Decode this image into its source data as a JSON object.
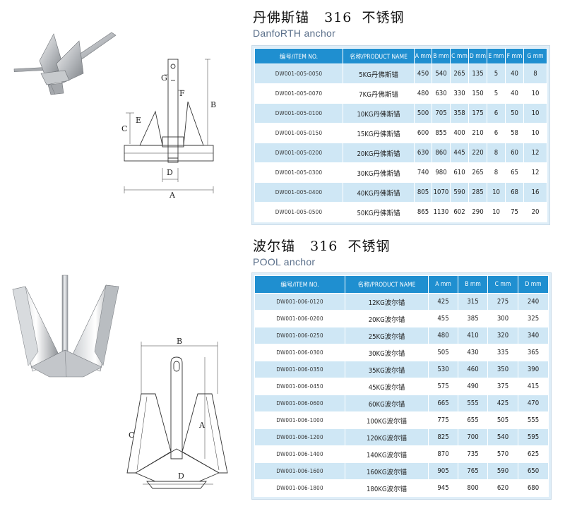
{
  "danforth": {
    "title_cn": "丹佛斯锚   316  不锈钢",
    "title_en": "DanfoRTH anchor",
    "headers": [
      "编号/ITEM NO.",
      "名称/PRODUCT NAME",
      "A mm",
      "B mm",
      "C mm",
      "D mm",
      "E mm",
      "F mm",
      "G mm"
    ],
    "rows": [
      [
        "DW001-005-0050",
        "5KG丹佛斯锚",
        "450",
        "540",
        "265",
        "135",
        "5",
        "40",
        "8"
      ],
      [
        "DW001-005-0070",
        "7KG丹佛斯锚",
        "480",
        "630",
        "330",
        "150",
        "5",
        "40",
        "10"
      ],
      [
        "DW001-005-0100",
        "10KG丹佛斯锚",
        "500",
        "705",
        "358",
        "175",
        "6",
        "50",
        "10"
      ],
      [
        "DW001-005-0150",
        "15KG丹佛斯锚",
        "600",
        "855",
        "400",
        "210",
        "6",
        "58",
        "10"
      ],
      [
        "DW001-005-0200",
        "20KG丹佛斯锚",
        "630",
        "860",
        "445",
        "220",
        "8",
        "60",
        "12"
      ],
      [
        "DW001-005-0300",
        "30KG丹佛斯锚",
        "740",
        "980",
        "610",
        "265",
        "8",
        "65",
        "12"
      ],
      [
        "DW001-005-0400",
        "40KG丹佛斯锚",
        "805",
        "1070",
        "590",
        "285",
        "10",
        "68",
        "16"
      ],
      [
        "DW001-005-0500",
        "50KG丹佛斯锚",
        "865",
        "1130",
        "602",
        "290",
        "10",
        "75",
        "20"
      ]
    ],
    "diagram_labels": {
      "a": "A",
      "b": "B",
      "c": "C",
      "d": "D",
      "e": "E",
      "f": "F",
      "g": "G"
    }
  },
  "pool": {
    "title_cn": "波尔锚   316  不锈钢",
    "title_en": "POOL anchor",
    "headers": [
      "编号/ITEM NO.",
      "名称/PRODUCT NAME",
      "A mm",
      "B mm",
      "C mm",
      "D mm"
    ],
    "rows": [
      [
        "DW001-006-0120",
        "12KG波尔锚",
        "425",
        "315",
        "275",
        "240"
      ],
      [
        "DW001-006-0200",
        "20KG波尔锚",
        "455",
        "385",
        "300",
        "325"
      ],
      [
        "DW001-006-0250",
        "25KG波尔锚",
        "480",
        "410",
        "320",
        "340"
      ],
      [
        "DW001-006-0300",
        "30KG波尔锚",
        "505",
        "430",
        "335",
        "365"
      ],
      [
        "DW001-006-0350",
        "35KG波尔锚",
        "530",
        "460",
        "350",
        "390"
      ],
      [
        "DW001-006-0450",
        "45KG波尔锚",
        "575",
        "490",
        "375",
        "415"
      ],
      [
        "DW001-006-0600",
        "60KG波尔锚",
        "665",
        "555",
        "425",
        "470"
      ],
      [
        "DW001-006-1000",
        "100KG波尔锚",
        "775",
        "655",
        "505",
        "555"
      ],
      [
        "DW001-006-1200",
        "120KG波尔锚",
        "825",
        "700",
        "540",
        "595"
      ],
      [
        "DW001-006-1400",
        "140KG波尔锚",
        "870",
        "735",
        "570",
        "625"
      ],
      [
        "DW001-006-1600",
        "160KG波尔锚",
        "905",
        "765",
        "590",
        "650"
      ],
      [
        "DW001-006-1800",
        "180KG波尔锚",
        "945",
        "800",
        "620",
        "680"
      ]
    ],
    "diagram_labels": {
      "a": "A",
      "b": "B",
      "c": "C",
      "d": "D"
    }
  }
}
